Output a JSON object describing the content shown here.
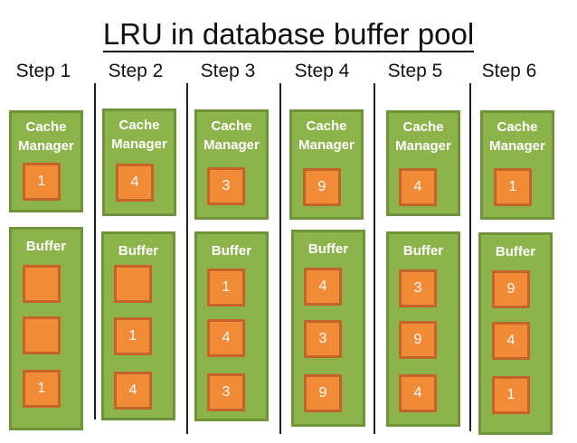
{
  "title": "LRU in database buffer pool",
  "cache_manager_label": "Cache Manager",
  "buffer_label": "Buffer",
  "steps": [
    {
      "label": "Step 1",
      "cache": "1",
      "buffer": [
        "",
        "",
        "1"
      ]
    },
    {
      "label": "Step 2",
      "cache": "4",
      "buffer": [
        "",
        "1",
        "4"
      ]
    },
    {
      "label": "Step 3",
      "cache": "3",
      "buffer": [
        "1",
        "4",
        "3"
      ]
    },
    {
      "label": "Step 4",
      "cache": "9",
      "buffer": [
        "4",
        "3",
        "9"
      ]
    },
    {
      "label": "Step 5",
      "cache": "4",
      "buffer": [
        "3",
        "9",
        "4"
      ]
    },
    {
      "label": "Step 6",
      "cache": "1",
      "buffer": [
        "9",
        "4",
        "1"
      ]
    }
  ],
  "colors": {
    "box_fill": "#8cb44a",
    "box_border": "#6f9438",
    "slot_fill": "#f28b38",
    "slot_border": "#c4632a"
  }
}
